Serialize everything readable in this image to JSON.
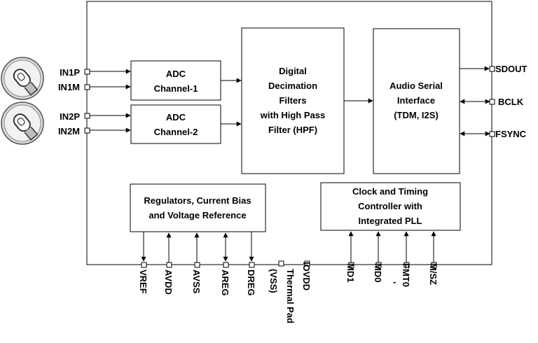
{
  "blocks": {
    "adc1": [
      "ADC",
      "Channel-1"
    ],
    "adc2": [
      "ADC",
      "Channel-2"
    ],
    "filters": [
      "Digital",
      "Decimation",
      "Filters",
      "with High Pass",
      "Filter (HPF)"
    ],
    "asi": [
      "Audio Serial",
      "Interface",
      "(TDM, I2S)"
    ],
    "regulators": [
      "Regulators, Current Bias",
      "and  Voltage Reference"
    ],
    "clock": [
      "Clock and Timing",
      "Controller with",
      "Integrated PLL"
    ]
  },
  "left_pins": [
    "IN1P",
    "IN1M",
    "IN2P",
    "IN2M"
  ],
  "right_pins": [
    "SDOUT",
    "BCLK",
    "FSYNC"
  ],
  "bottom_pins": [
    "VREF",
    "AVDD",
    "AVSS",
    "AREG",
    "DREG",
    "Thermal Pad",
    "(VSS)",
    "IOVDD",
    "MD1",
    "MD0",
    "FMT0",
    "M/SZ"
  ],
  "bottom_minus": "-",
  "icons": [
    "microphone-icon",
    "microphone-icon"
  ]
}
